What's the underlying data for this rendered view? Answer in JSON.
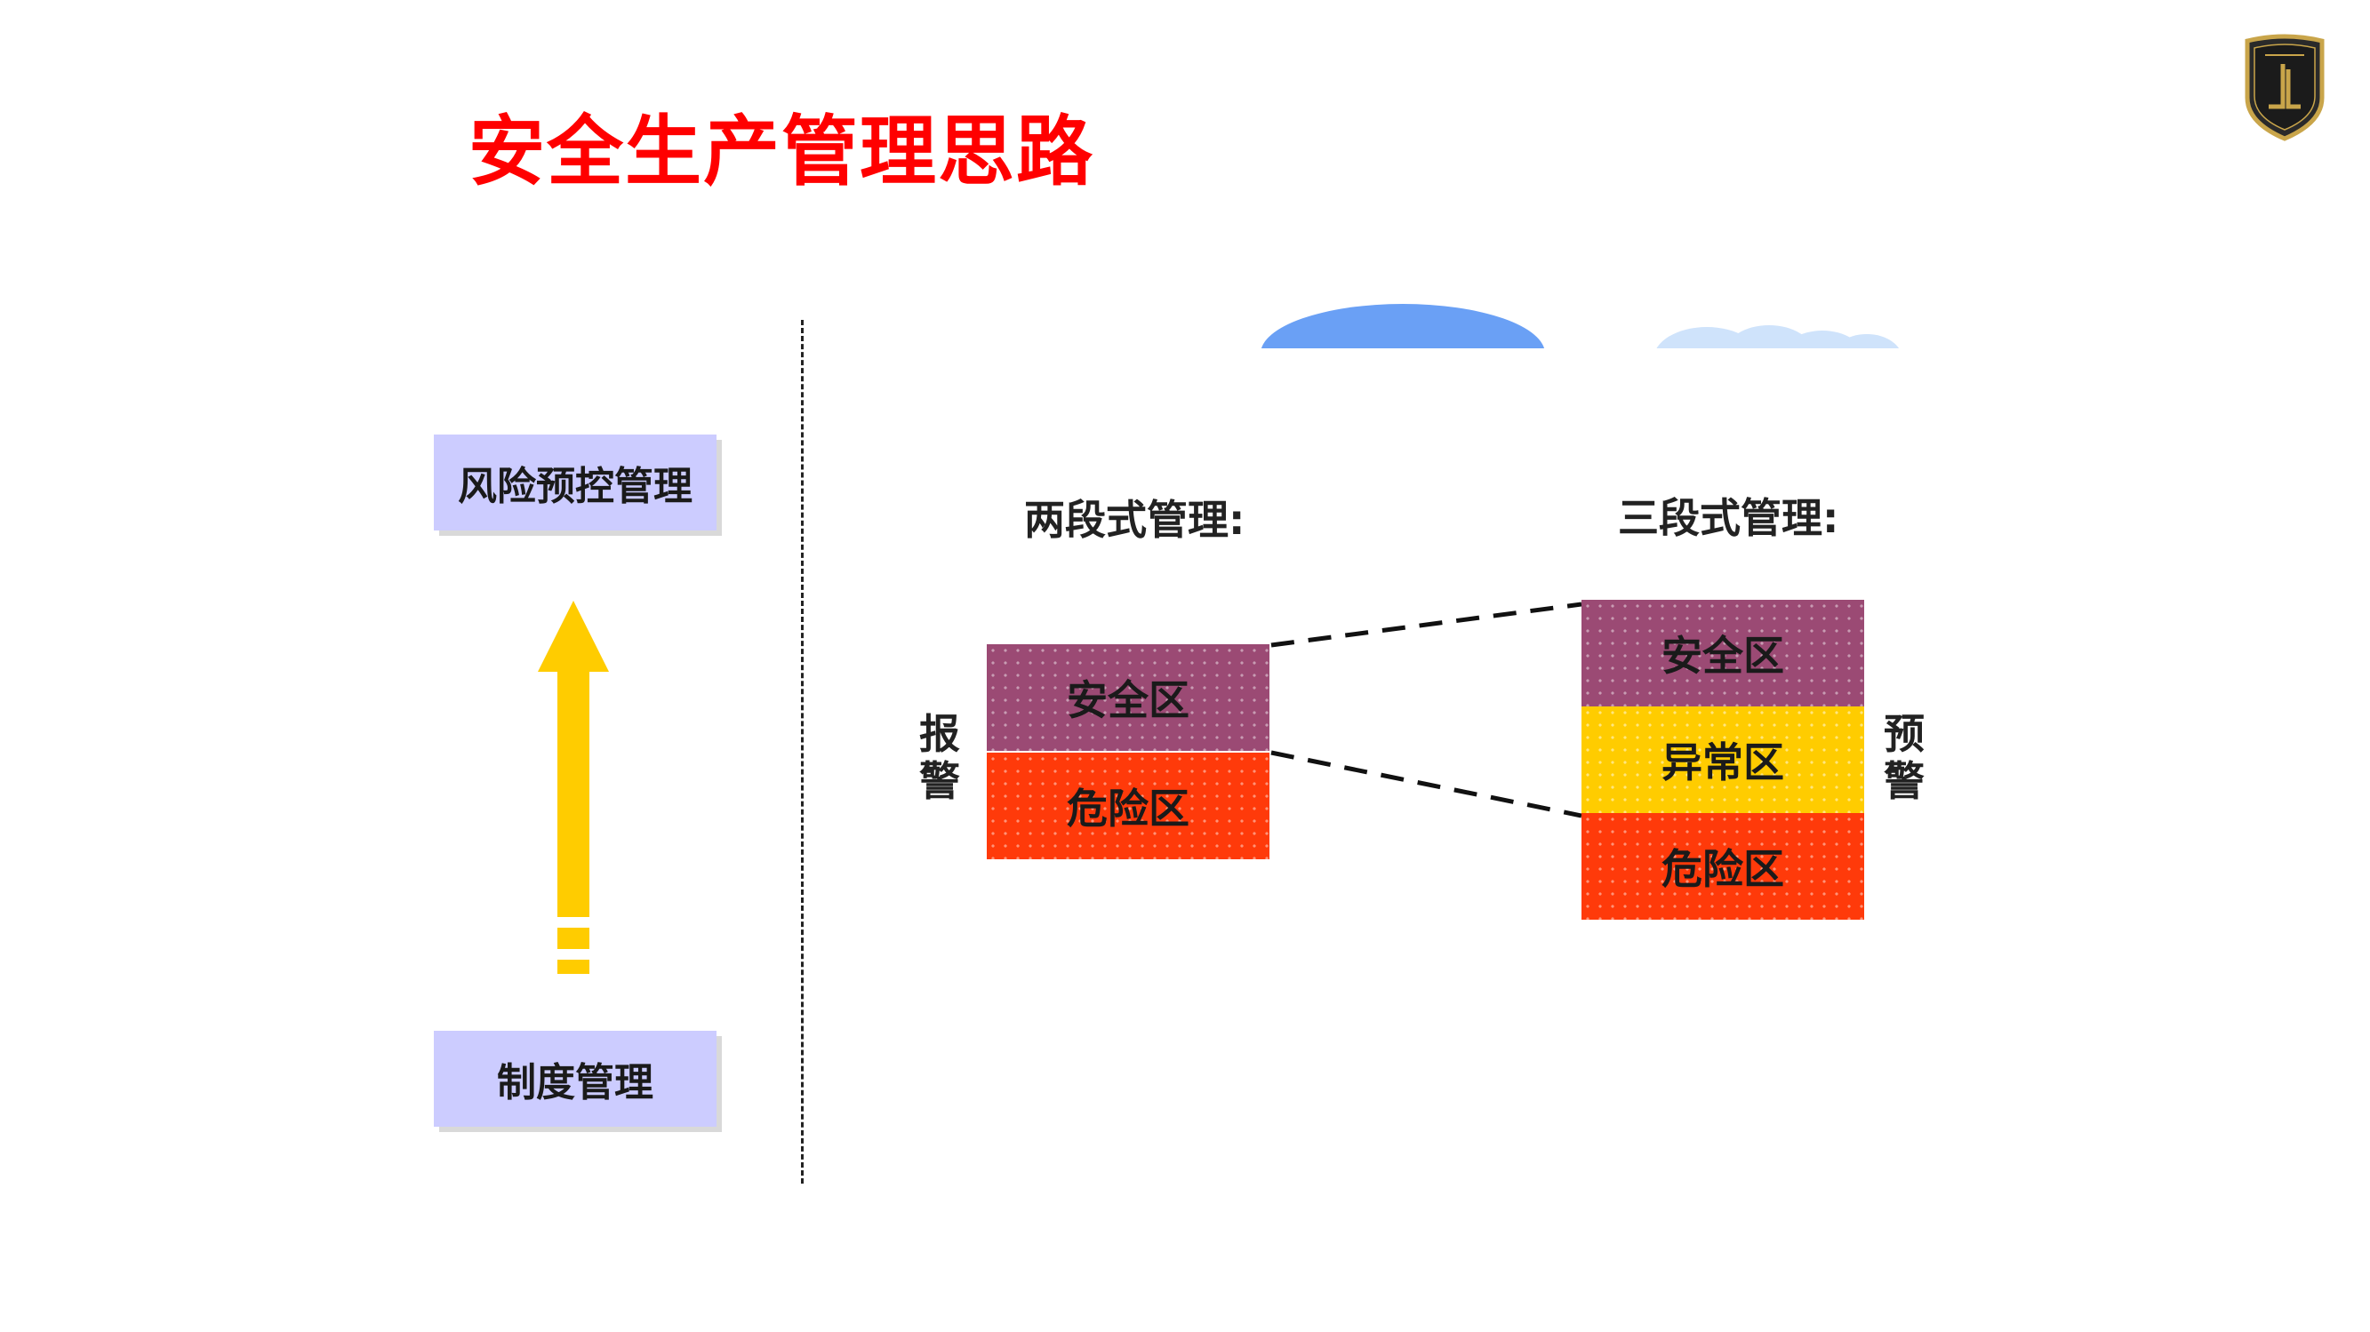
{
  "title": "安全生产管理思路",
  "left": {
    "top_box": "风险预控管理",
    "bottom_box": "制度管理"
  },
  "right": {
    "two_stage": {
      "heading": "两段式管理:",
      "side_label": "报警",
      "zones": [
        "安全区",
        "危险区"
      ]
    },
    "three_stage": {
      "heading": "三段式管理:",
      "side_label": "预警",
      "zones": [
        "安全区",
        "异常区",
        "危险区"
      ]
    }
  },
  "colors": {
    "title": "#ff0000",
    "left_box": "#ccccff",
    "arrow": "#ffcc00",
    "zone_safe": "#9b4a74",
    "zone_abnormal": "#ffcc00",
    "zone_danger": "#ff3a0a",
    "logo_border": "#c9a54a"
  },
  "icons": {
    "logo": "shield-logo-icon",
    "arrow": "up-arrow-icon"
  }
}
